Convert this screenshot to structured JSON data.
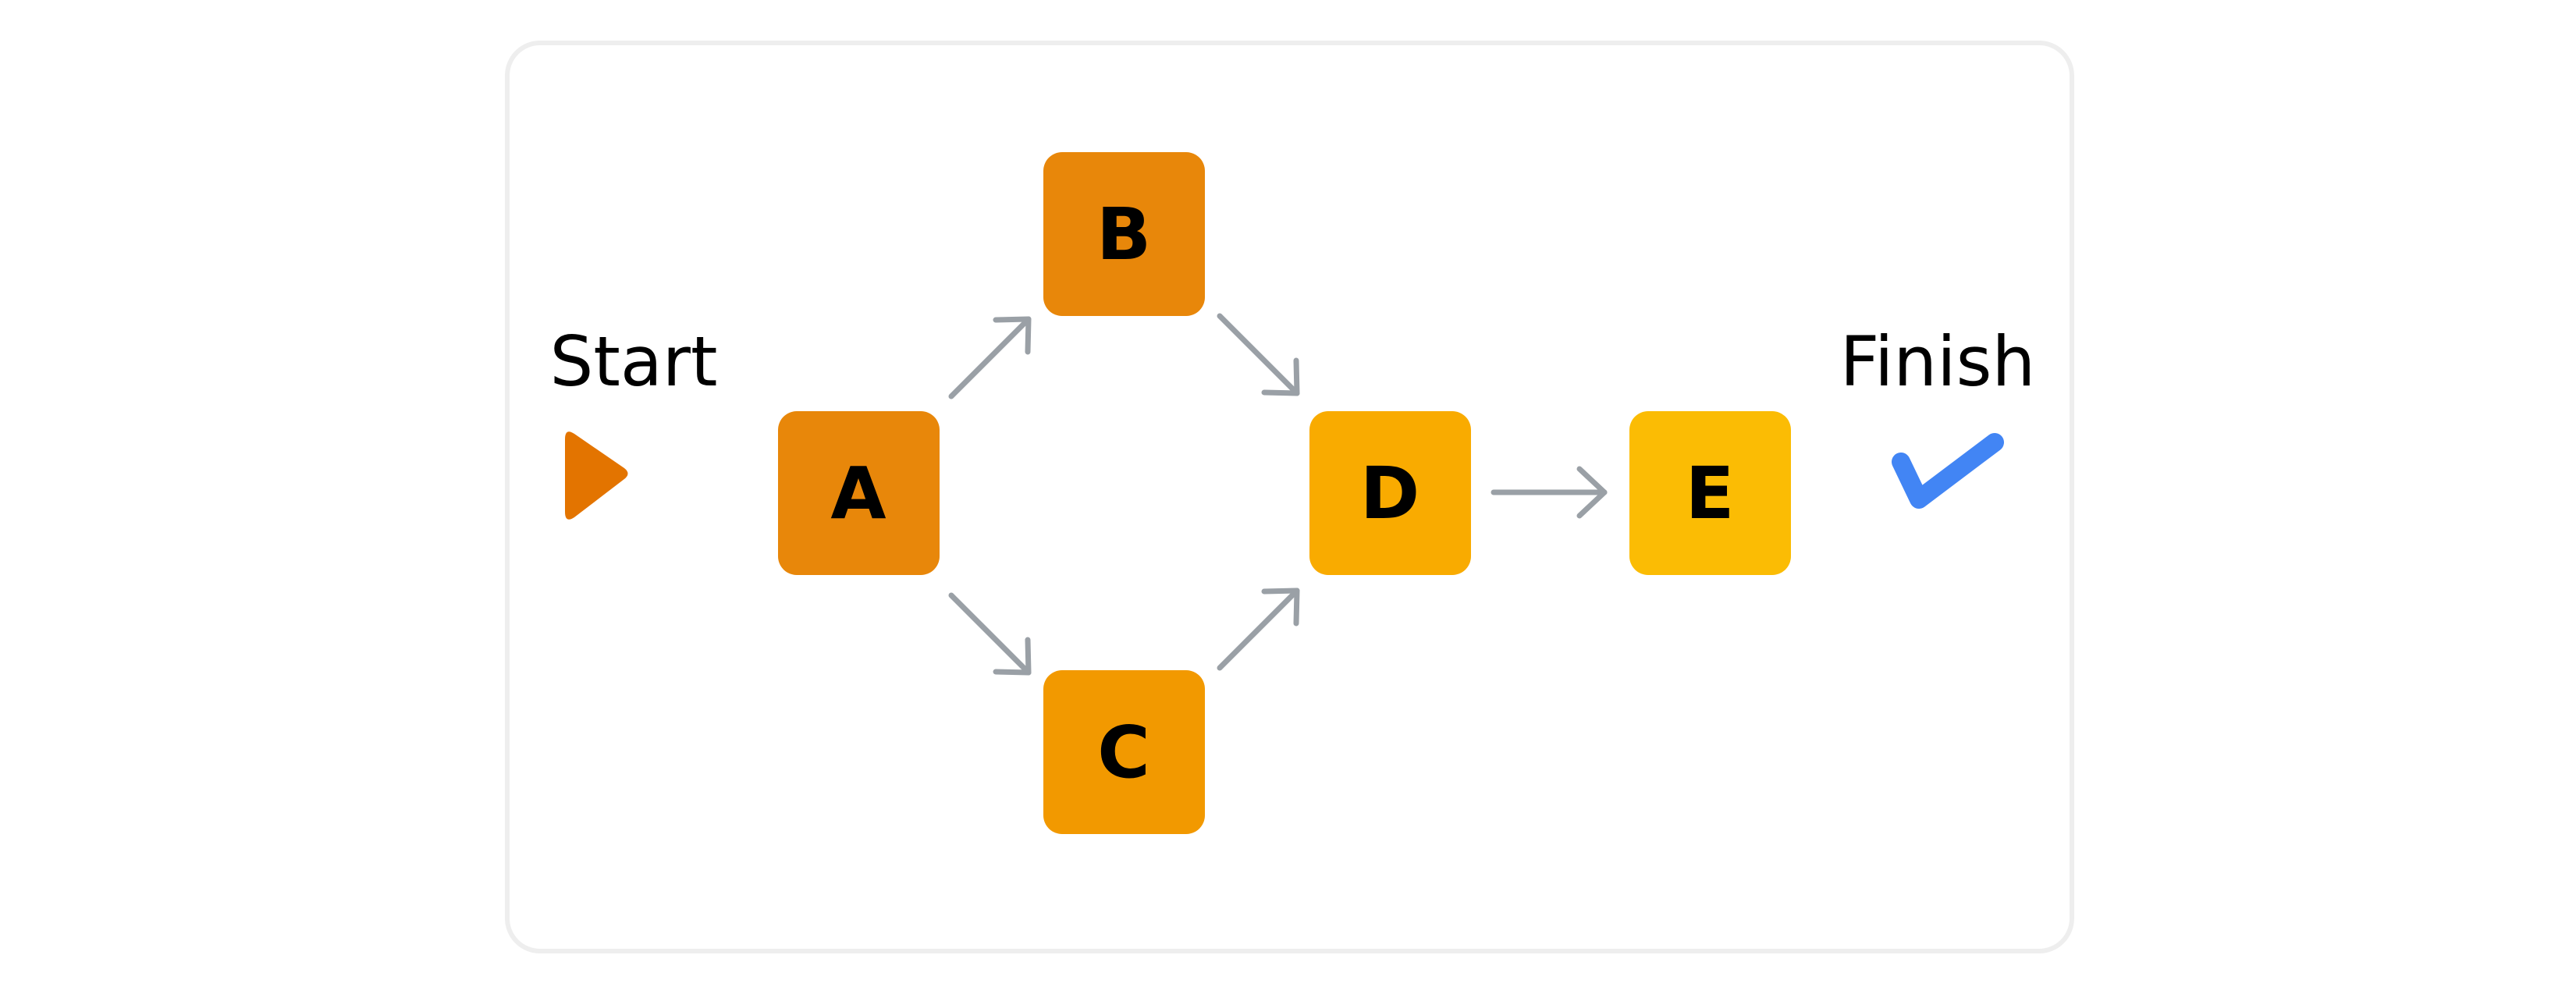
{
  "diagram": {
    "start_label": "Start",
    "finish_label": "Finish",
    "start_icon": "play-triangle-icon",
    "finish_icon": "check-icon",
    "nodes": [
      {
        "id": "A",
        "label": "A",
        "color": "#e8870a"
      },
      {
        "id": "B",
        "label": "B",
        "color": "#e8870a"
      },
      {
        "id": "C",
        "label": "C",
        "color": "#f29900"
      },
      {
        "id": "D",
        "label": "D",
        "color": "#f9ab00"
      },
      {
        "id": "E",
        "label": "E",
        "color": "#fbbc04"
      }
    ],
    "edges": [
      {
        "from": "A",
        "to": "B"
      },
      {
        "from": "A",
        "to": "C"
      },
      {
        "from": "B",
        "to": "D"
      },
      {
        "from": "C",
        "to": "D"
      },
      {
        "from": "D",
        "to": "E"
      }
    ],
    "colors": {
      "start_icon": "#e37400",
      "finish_icon": "#4285f4",
      "edge": "#9aa0a6",
      "frame": "#eeeeee"
    }
  }
}
